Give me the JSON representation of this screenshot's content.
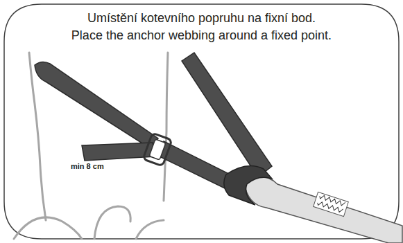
{
  "diagram": {
    "title": "Umístění kotevního popruhu na fixní bod.",
    "labels": [
      "Place the anchor webbing around a fixed point.",
      "min 8 cm"
    ]
  }
}
